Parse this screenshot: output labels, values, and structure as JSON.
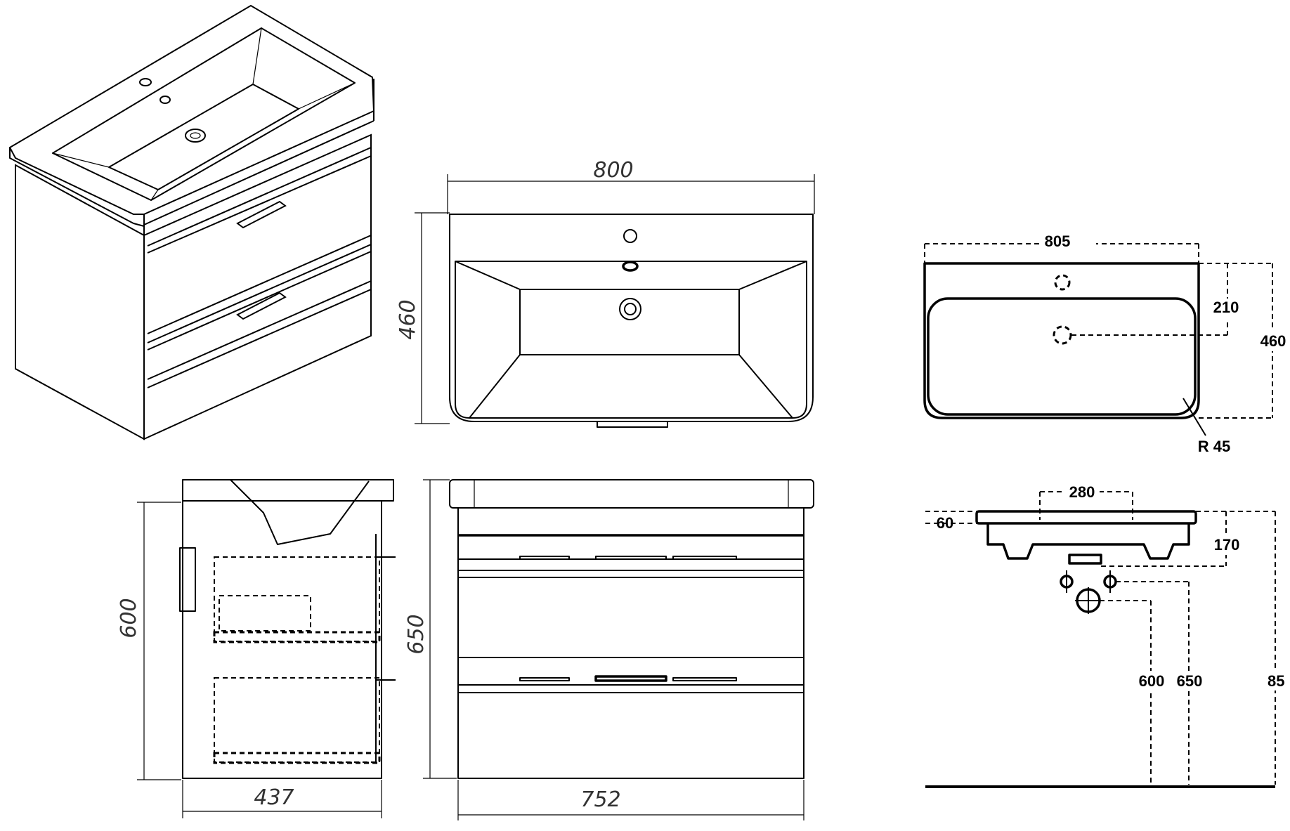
{
  "dimensions": {
    "top_width": "800",
    "top_depth": "460",
    "side_height": "600",
    "side_depth": "437",
    "front_height": "650",
    "front_width": "752",
    "plan_width": "805",
    "plan_tap_offset": "210",
    "plan_depth": "460",
    "plan_radius": "R 45",
    "elev_waste_spacing": "280",
    "elev_rim": "60",
    "elev_bowl": "170",
    "elev_h1": "600",
    "elev_h2": "650",
    "elev_h3": "85"
  },
  "colors": {
    "line": "#000000",
    "dimension_text": "#333333",
    "background": "#ffffff"
  }
}
